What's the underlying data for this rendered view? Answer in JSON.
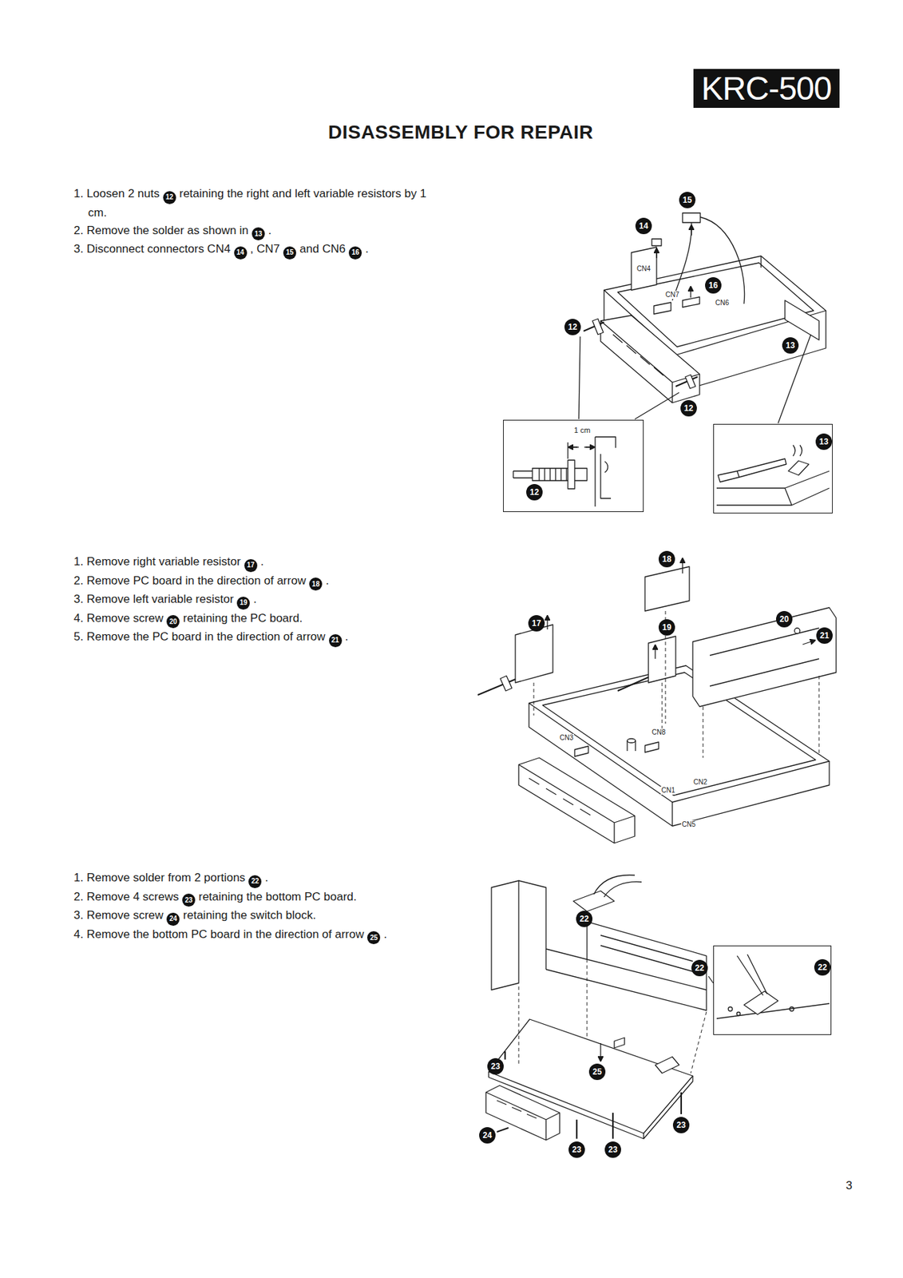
{
  "diagram": {
    "title": "DISASSEMBLY FOR REPAIR",
    "nodes": [
      {
        "text": [
          "KRC-500"
        ]
      },
      {
        "text": [
          "1 cm",
          "12"
        ]
      },
      {
        "text": [
          "13"
        ]
      },
      {
        "text": [
          "22"
        ]
      }
    ],
    "labels": [
      "1. Loosen 2 nuts",
      "12",
      "retaining the right and left variable resistors by 1 cm.",
      "2. Remove the solder as shown in",
      "13",
      ".",
      "3. Disconnect connectors CN4",
      "14",
      ", CN7",
      "15",
      "and CN6",
      "16",
      ".",
      "15",
      "14",
      "CN4",
      "16",
      "CN7",
      "CN6",
      "12",
      "13",
      "12",
      "1. Remove right variable resistor",
      "17",
      ".",
      "2. Remove PC board in the direction of arrow",
      "18",
      ".",
      "3. Remove left variable resistor",
      "19",
      ".",
      "4. Remove screw",
      "20",
      "retaining the PC board.",
      "5. Remove the PC board in the direction of arrow",
      "21",
      ".",
      "18",
      "17",
      "19",
      "20",
      "21",
      "CN3",
      "CN8",
      "CN2",
      "CN1",
      "CN5",
      "1. Remove solder from 2 portions",
      "22",
      ".",
      "2. Remove 4 screws",
      "23",
      "retaining the bottom PC board.",
      "3. Remove screw",
      "24",
      "retaining the switch block.",
      "4. Remove the bottom PC board in the direction of arrow",
      "25",
      ".",
      "22",
      "22",
      "23",
      "25",
      "24",
      "23",
      "23",
      "23",
      "3"
    ]
  }
}
